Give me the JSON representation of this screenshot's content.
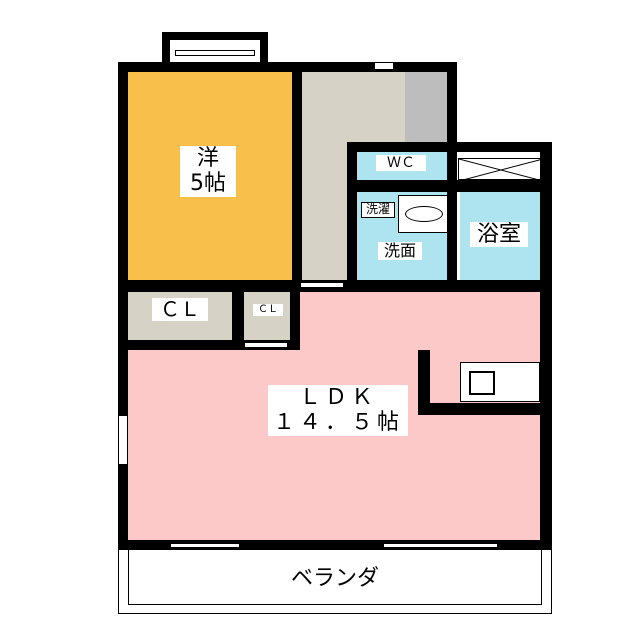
{
  "rooms": {
    "western": {
      "name": "洋",
      "size": "5帖"
    },
    "closet1": {
      "name": "ＣＬ"
    },
    "closet2": {
      "name": "ＣＬ"
    },
    "wc": {
      "name": "ＷＣ"
    },
    "laundry": {
      "name": "洗濯"
    },
    "washroom": {
      "name": "洗面"
    },
    "bath": {
      "name": "浴室"
    },
    "ldk": {
      "name": "ＬＤＫ",
      "size": "１４．５帖"
    },
    "balcony": {
      "name": "ベランダ"
    }
  },
  "colors": {
    "western": "#f8c04b",
    "ldk": "#fcc8c8",
    "wet": "#aee3f0",
    "entry": "#d6d3c6",
    "storage": "#bdbdbd"
  }
}
